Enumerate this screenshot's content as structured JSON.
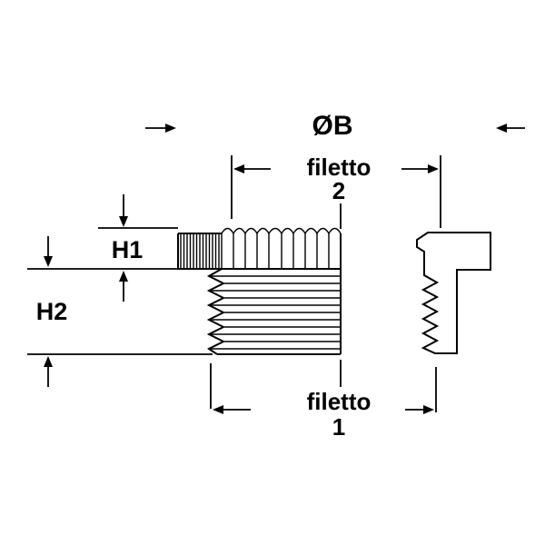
{
  "drawing": {
    "labels": {
      "diameter": "ØB",
      "thread2_word": "filetto",
      "thread2_number": "2",
      "height1": "H1",
      "height2": "H2",
      "thread1_word": "filetto",
      "thread1_number": "1"
    },
    "colors": {
      "line": "#000000",
      "background": "#ffffff"
    }
  }
}
